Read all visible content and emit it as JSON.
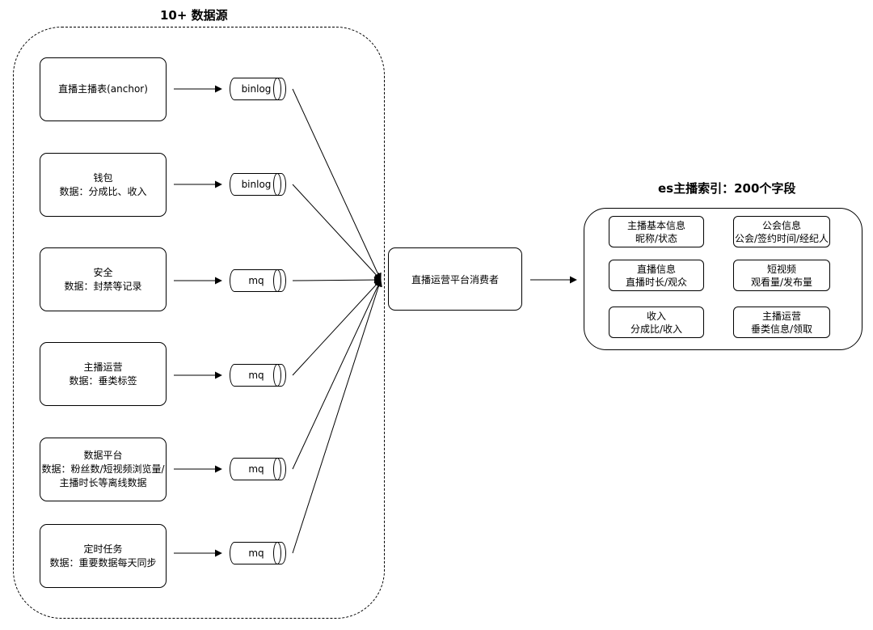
{
  "group_title": "10+ 数据源",
  "sources": [
    {
      "lines": [
        "直播主播表(anchor)"
      ],
      "channel": "binlog"
    },
    {
      "lines": [
        "钱包",
        "数据：分成比、收入"
      ],
      "channel": "binlog"
    },
    {
      "lines": [
        "安全",
        "数据：封禁等记录"
      ],
      "channel": "mq"
    },
    {
      "lines": [
        "主播运营",
        "数据：垂类标签"
      ],
      "channel": "mq"
    },
    {
      "lines": [
        "数据平台",
        "数据：粉丝数/短视频浏览量/",
        "主播时长等离线数据"
      ],
      "channel": "mq"
    },
    {
      "lines": [
        "定时任务",
        "数据：重要数据每天同步"
      ],
      "channel": "mq"
    }
  ],
  "consumer": "直播运营平台消费者",
  "es_title": "es主播索引：200个字段",
  "es_fields": [
    {
      "name": "主播基本信息",
      "detail": "昵称/状态"
    },
    {
      "name": "公会信息",
      "detail": "公会/签约时间/经纪人"
    },
    {
      "name": "直播信息",
      "detail": "直播时长/观众"
    },
    {
      "name": "短视频",
      "detail": "观看量/发布量"
    },
    {
      "name": "收入",
      "detail": "分成比/收入"
    },
    {
      "name": "主播运营",
      "detail": "垂类信息/领取"
    }
  ]
}
